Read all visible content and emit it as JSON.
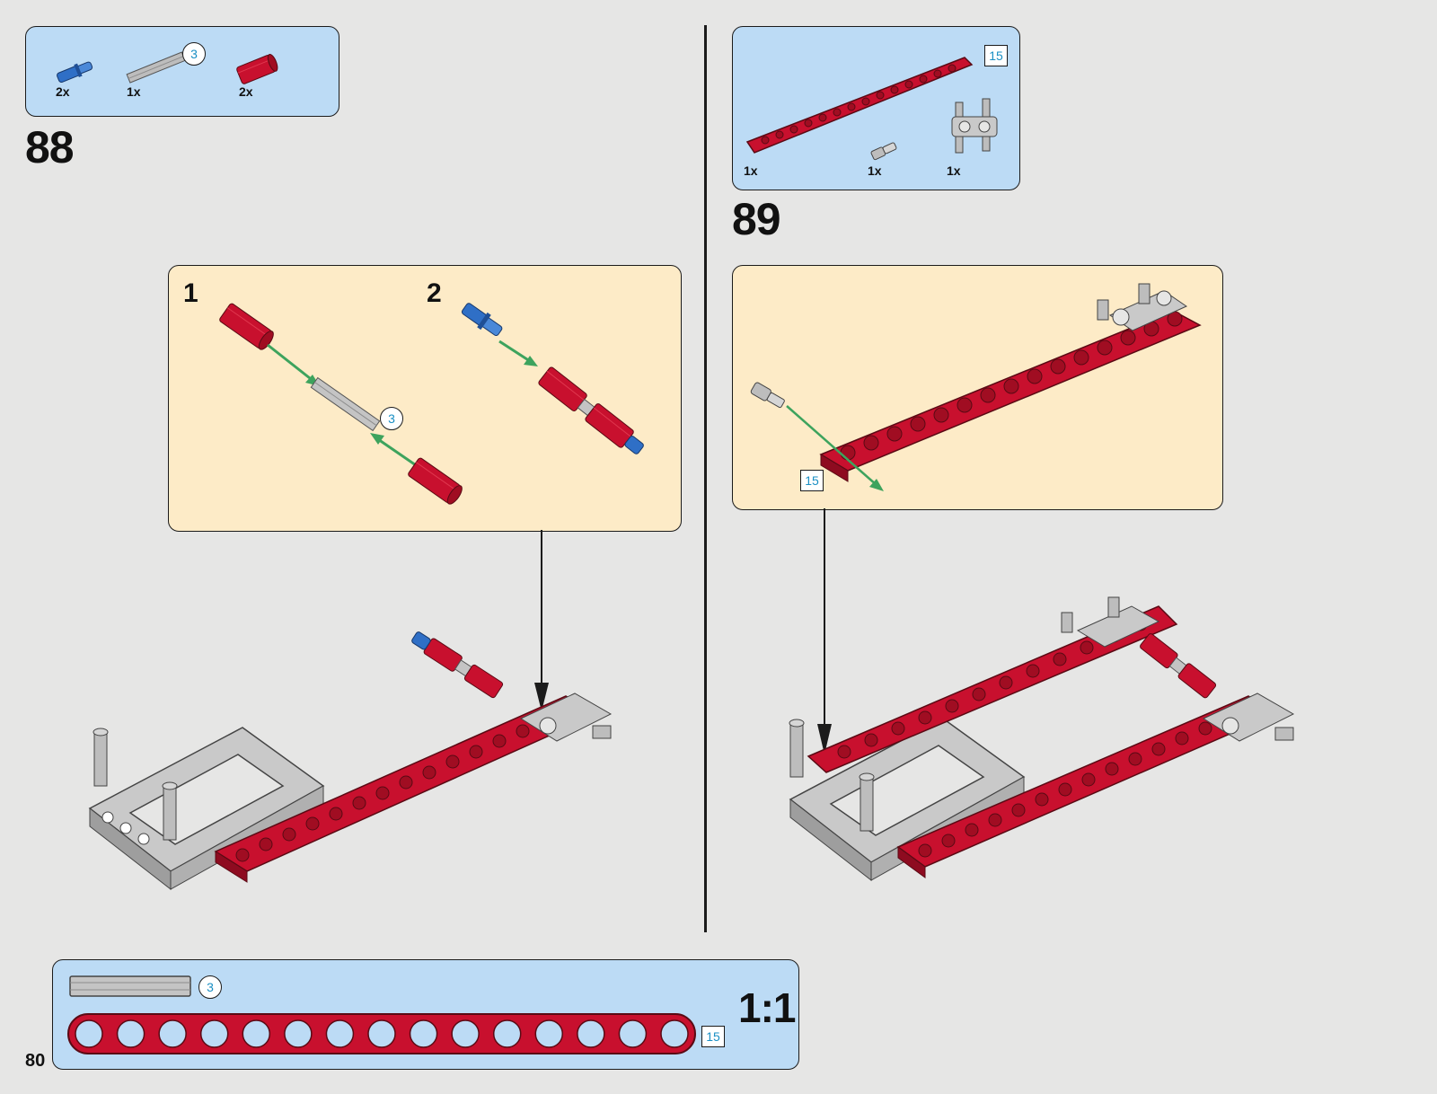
{
  "page": {
    "number": "80"
  },
  "step88": {
    "number": "88",
    "parts": [
      {
        "name": "blue-pin",
        "qty": "2x"
      },
      {
        "name": "grey-axle",
        "qty": "1x",
        "length_label": "3"
      },
      {
        "name": "red-connector",
        "qty": "2x"
      }
    ],
    "sub_steps": [
      {
        "number": "1",
        "axle_length_label": "3"
      },
      {
        "number": "2"
      }
    ]
  },
  "step89": {
    "number": "89",
    "parts": [
      {
        "name": "red-beam",
        "qty": "1x",
        "length_label": "15"
      },
      {
        "name": "grey-pin",
        "qty": "1x"
      },
      {
        "name": "grey-connector",
        "qty": "1x"
      }
    ],
    "beam_length_label": "15"
  },
  "scale_box": {
    "axle_length_label": "3",
    "beam_length_label": "15",
    "scale": "1:1",
    "beam_holes": 15
  },
  "colors": {
    "parts_box": "#bcdbf5",
    "sub_box": "#fdebc7",
    "brick_red": "#c8102e",
    "pin_blue": "#2f6fc6",
    "arrow_green": "#3da35d",
    "label_blue": "#1a8fc4"
  }
}
